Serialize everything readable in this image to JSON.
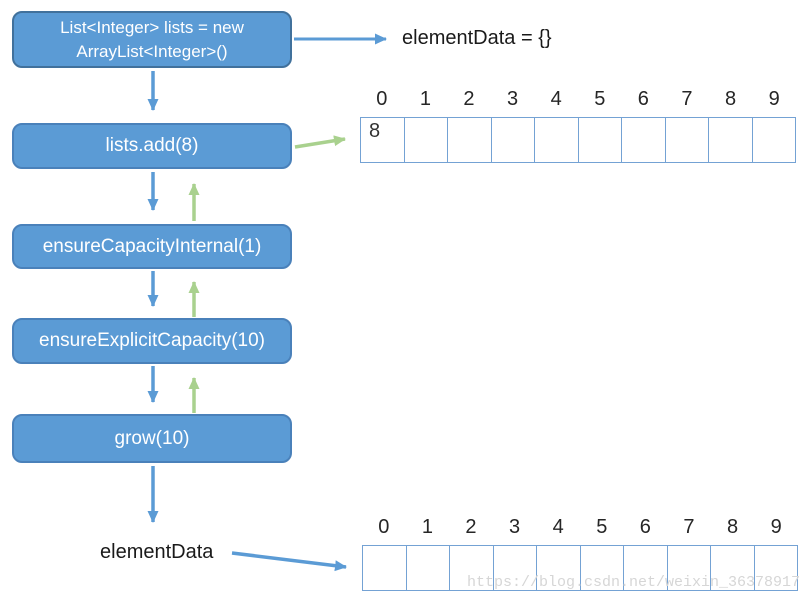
{
  "diagram_title": "ArrayList add flow",
  "boxes": {
    "declare": {
      "label": "List<Integer> lists = new\nArrayList<Integer>()"
    },
    "add": {
      "label": "lists.add(8)"
    },
    "ensure_capacity_internal": {
      "label": "ensureCapacityInternal(1)"
    },
    "ensure_explicit_capacity": {
      "label": "ensureExplicitCapacity(10)"
    },
    "grow": {
      "label": "grow(10)"
    }
  },
  "annotations": {
    "element_data_empty": "elementData = {}",
    "element_data_ref": "elementData",
    "watermark": "https://blog.csdn.net/weixin_36378917"
  },
  "top_array": {
    "indices": [
      "0",
      "1",
      "2",
      "3",
      "4",
      "5",
      "6",
      "7",
      "8",
      "9"
    ],
    "values": [
      "8",
      "",
      "",
      "",
      "",
      "",
      "",
      "",
      "",
      ""
    ]
  },
  "bottom_array": {
    "indices": [
      "0",
      "1",
      "2",
      "3",
      "4",
      "5",
      "6",
      "7",
      "8",
      "9"
    ],
    "values": [
      "",
      "",
      "",
      "",
      "",
      "",
      "",
      "",
      "",
      ""
    ]
  },
  "colors": {
    "box_fill": "#5b9bd5",
    "box_border_dark": "#41719c",
    "arrow_blue": "#5b9bd5",
    "arrow_green": "#a9d18e",
    "cell_border": "#74a2d4",
    "watermark_gray": "#d6d6d6"
  }
}
